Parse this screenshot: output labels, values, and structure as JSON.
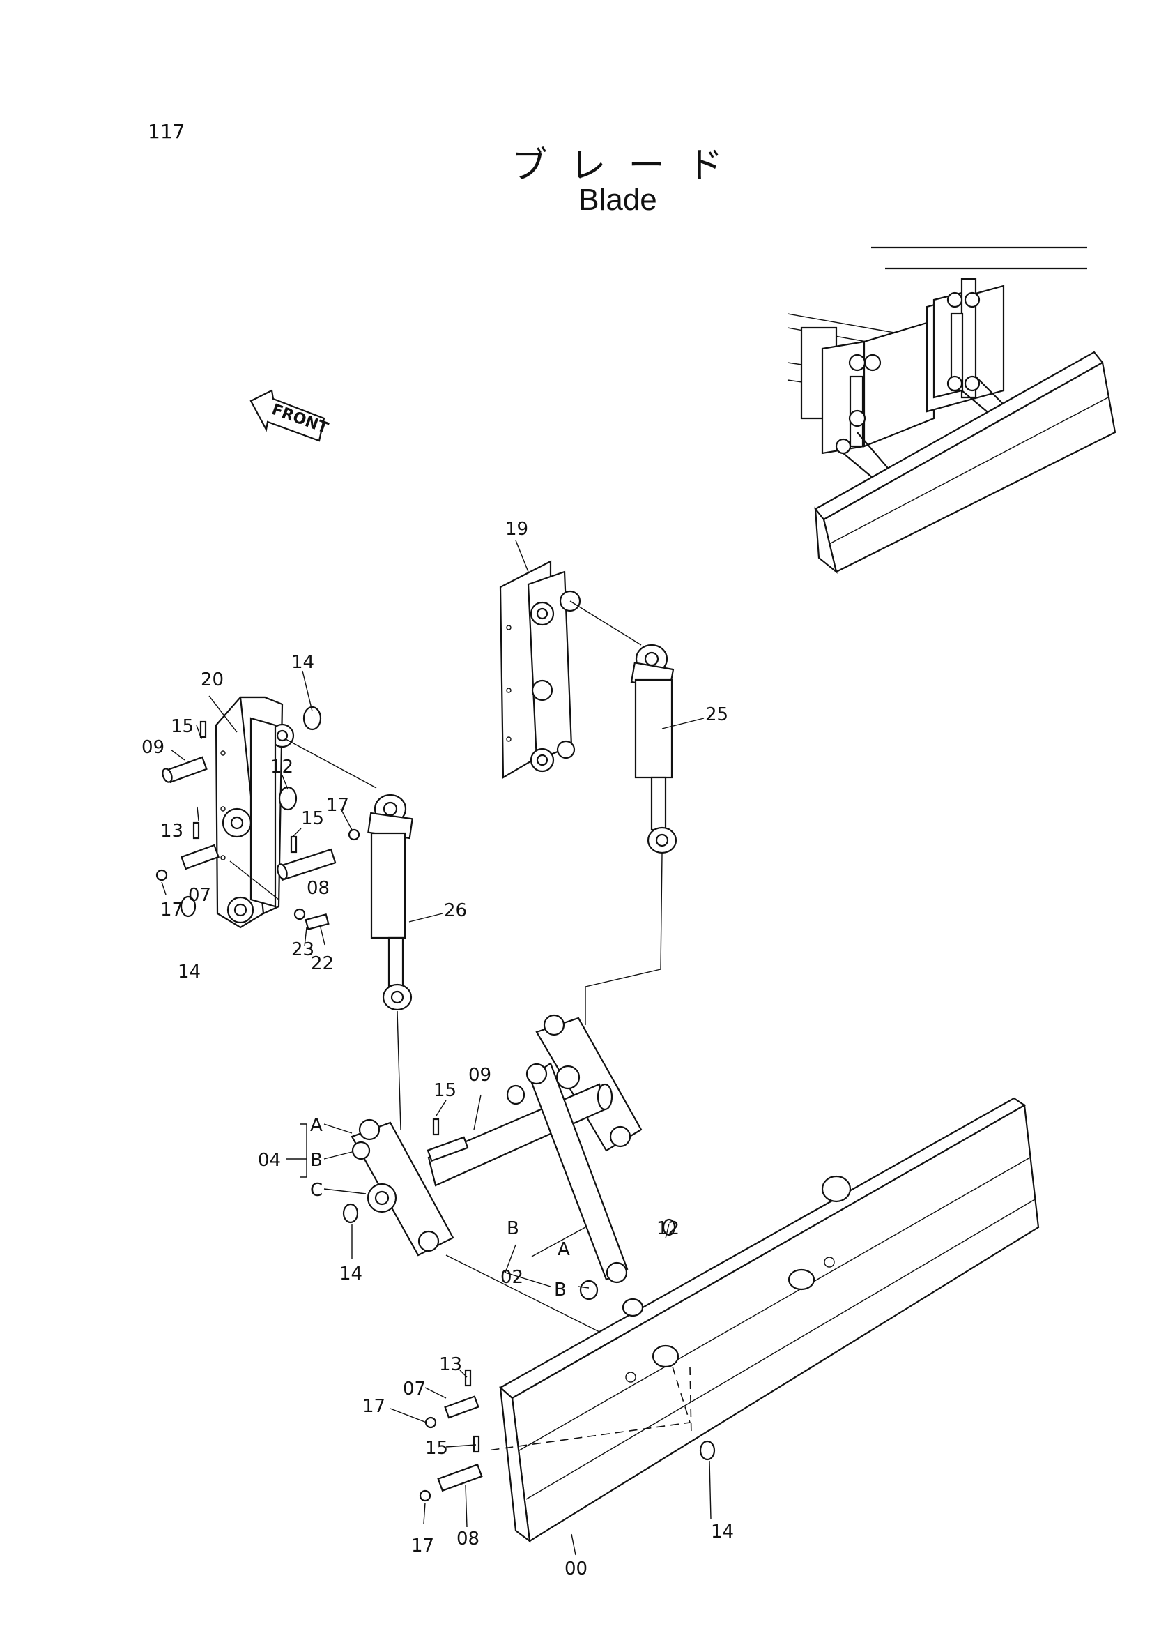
{
  "header": {
    "page_number": "117",
    "title_jp": "ブレード",
    "title_en": "Blade"
  },
  "front_label": "FRONT",
  "callouts": {
    "c00": "00",
    "c02": "02",
    "c04": "04",
    "c07a": "07",
    "c07b": "07",
    "c08a": "08",
    "c08b": "08",
    "c09a": "09",
    "c09b": "09",
    "c12a": "12",
    "c12b": "12",
    "c13a": "13",
    "c13b": "13",
    "c14a": "14",
    "c14b": "14",
    "c14c": "14",
    "c14d": "14",
    "c15a": "15",
    "c15b": "15",
    "c15c": "15",
    "c15d": "15",
    "c17a": "17",
    "c17b": "17",
    "c17c": "17",
    "c17d": "17",
    "c19": "19",
    "c20": "20",
    "c22": "22",
    "c23": "23",
    "c25": "25",
    "c26": "26",
    "sA1": "A",
    "sB1": "B",
    "sC1": "C",
    "sA2": "A",
    "sB2": "B",
    "sB3": "B"
  }
}
